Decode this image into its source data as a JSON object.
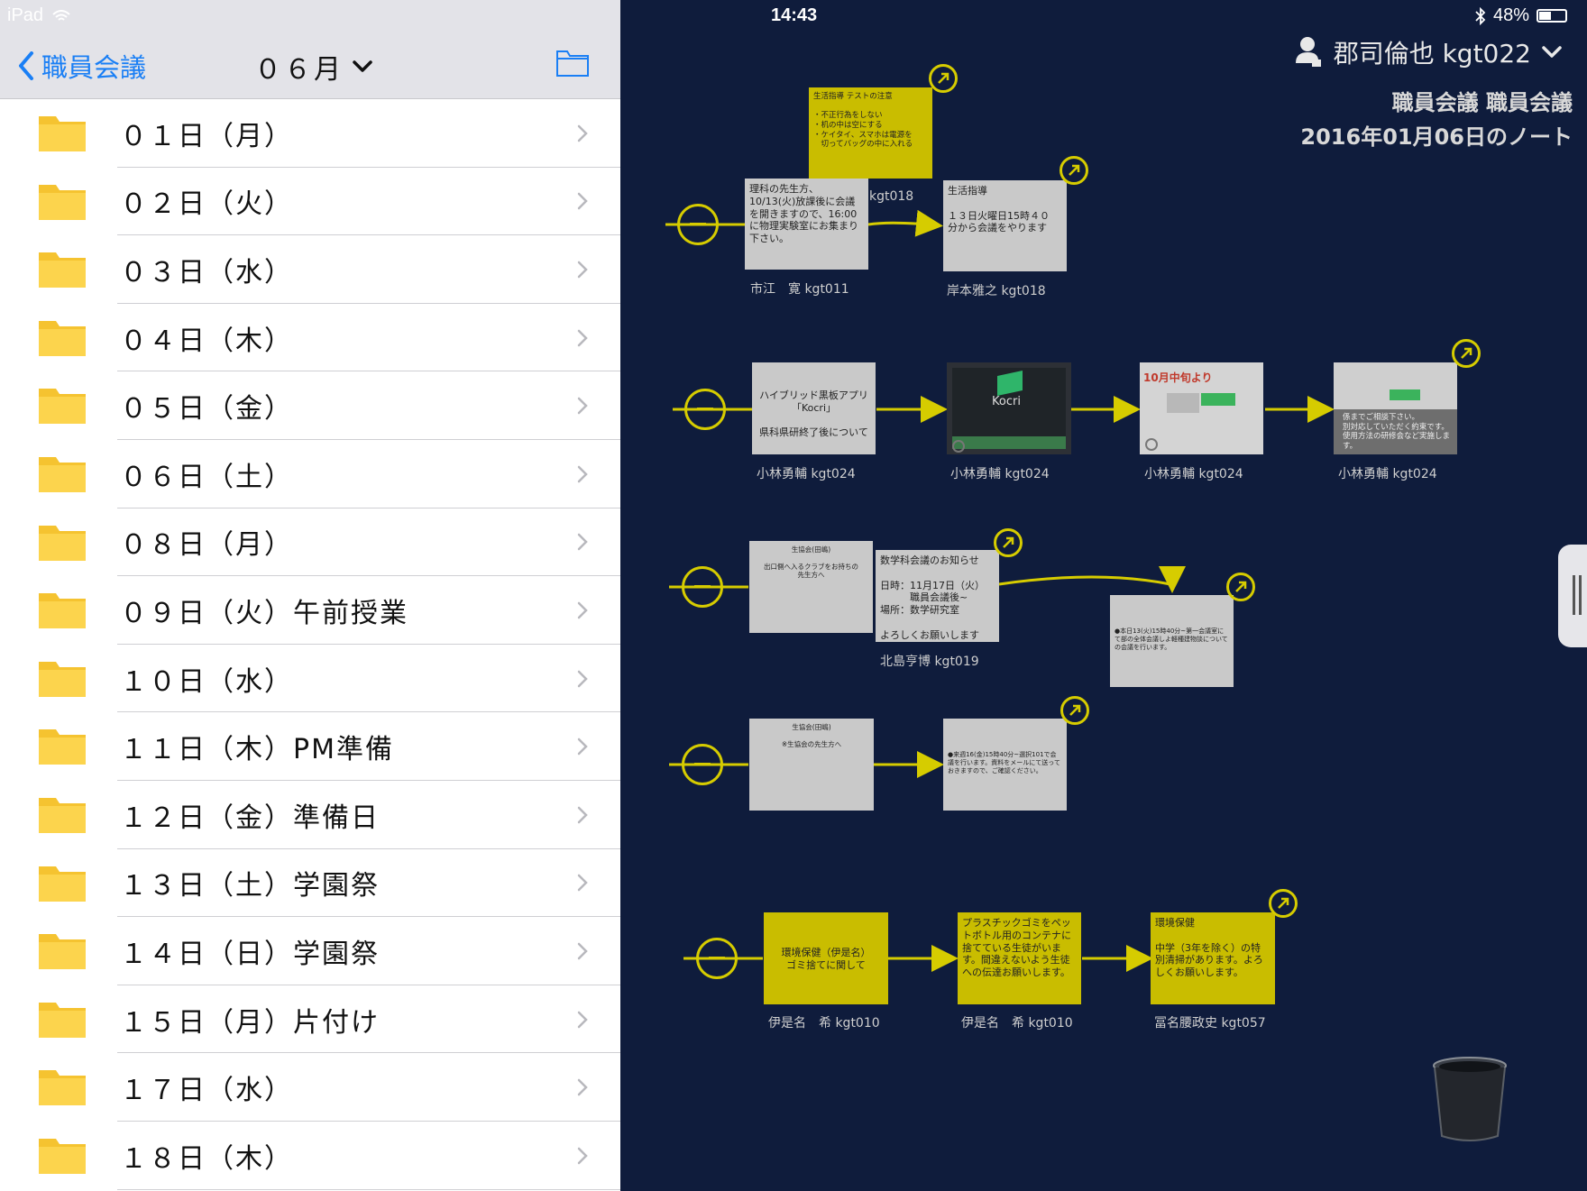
{
  "status": {
    "device": "iPad",
    "time": "14:43",
    "battery": "48%",
    "battery_level": 0.48
  },
  "nav": {
    "back_label": "職員会議",
    "month_label": "０６月"
  },
  "days": [
    "０１日（月）",
    "０２日（火）",
    "０３日（水）",
    "０４日（木）",
    "０５日（金）",
    "０６日（土）",
    "０８日（月）",
    "０９日（火）午前授業",
    "１０日（水）",
    "１１日（木）PM準備",
    "１２日（金）準備日",
    "１３日（土）学園祭",
    "１４日（日）学園祭",
    "１５日（月）片付け",
    "１７日（水）",
    "１８日（木）"
  ],
  "canvas": {
    "user": "郡司倫也 kgt022",
    "meeting": "職員会議 職員会議",
    "note_date": "2016年01月06日のノート",
    "cards": {
      "c0": "生活指導 テストの注意\n\n・不正行為をしない\n・机の中は空にする\n・ケイタイ、スマホは電源を\n　切ってバッグの中に入れる",
      "c0_cap": "kgt018",
      "c1": "理科の先生方、\n10/13(火)放課後に会議\nを開きますので、16:00\nに物理実験室にお集まり\n下さい。",
      "c1_cap": "市江　寛 kgt011",
      "c2": "生活指導\n\n１３日火曜日15時４０\n分から会議をやります",
      "c2_cap": "岸本雅之 kgt018",
      "c3": "ハイブリッド黒板アプリ\n「Kocri」\n\n県科県研終了後について",
      "c3_cap": "小林勇輔 kgt024",
      "c4_word": "Kocri",
      "c4_cap": "小林勇輔 kgt024",
      "c5_word": "10月中旬より",
      "c5_cap": "小林勇輔 kgt024",
      "c6": "係までご相談下さい。\n別対応していただく約束です。\n使用方法の研修会など実施しま\nす。",
      "c6_cap": "小林勇輔 kgt024",
      "c7": "生協会(田嶋)\n\n出口側へ入るクラブをお持ちの\n先生方へ",
      "c8": "数学科会議のお知らせ\n\n日時：11月17日（火）\n　　　職員会議後~\n場所：数学研究室\n\nよろしくお願いします",
      "c8_cap": "北島亨博 kgt019",
      "c9": "●本日13(火)15時40分~第一会議室にて部の全体会議しよ軽種建物談についての会議を行います。",
      "c10": "生協会(田嶋)\n\n※生協会の先生方へ",
      "c11": "●来週16(金)15時40分~選択101で会議を行います。資料をメールにて送っておきますので、ご確認ください。",
      "c12": "環境保健（伊是名）\nゴミ捨てに関して",
      "c12_cap": "伊是名　希 kgt010",
      "c13": "プラスチックゴミをペッ\nトボトル用のコンテナに\n捨てている生徒がいま\nす。間違えないよう生徒\nへの伝達お願いします。",
      "c13_cap": "伊是名　希 kgt010",
      "c14": "環境保健\n\n中学（3年を除く）の特\n別清掃があります。よろ\nしくお願いします。",
      "c14_cap": "冨名腰政史 kgt057"
    }
  },
  "colors": {
    "accent": "#1a7ff5",
    "canvas_bg": "#0f1c3c",
    "yellow": "#d6cc00",
    "card_yellow": "#c9bd00",
    "folder": "#fcd44d"
  }
}
